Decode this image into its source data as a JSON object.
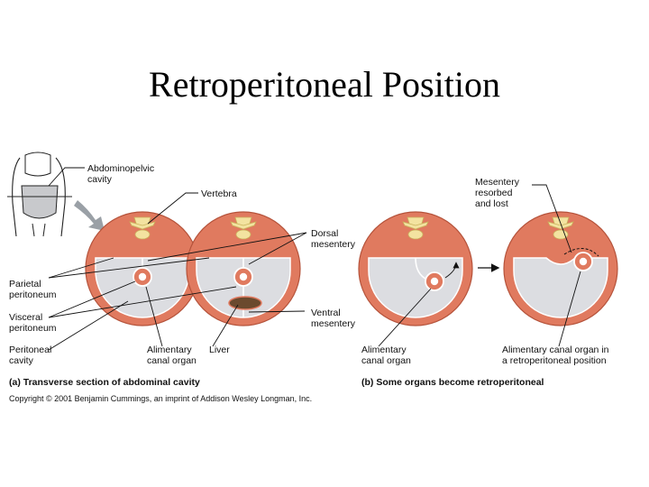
{
  "slide": {
    "title": "Retroperitoneal Position"
  },
  "labels": {
    "abdominopelvic_1": "Abdominopelvic",
    "abdominopelvic_2": "cavity",
    "vertebra": "Vertebra",
    "dorsal_1": "Dorsal",
    "dorsal_2": "mesentery",
    "parietal_1": "Parietal",
    "parietal_2": "peritoneum",
    "visceral_1": "Visceral",
    "visceral_2": "peritoneum",
    "peritoneal_1": "Peritoneal",
    "peritoneal_2": "cavity",
    "alimentary_a_1": "Alimentary",
    "alimentary_a_2": "canal organ",
    "liver": "Liver",
    "ventral_1": "Ventral",
    "ventral_2": "mesentery",
    "mesentery_resorbed_1": "Mesentery",
    "mesentery_resorbed_2": "resorbed",
    "mesentery_resorbed_3": "and lost",
    "alimentary_b_1": "Alimentary",
    "alimentary_b_2": "canal organ",
    "retro_1": "Alimentary canal organ in",
    "retro_2": "a retroperitoneal position"
  },
  "captions": {
    "a": "(a) Transverse section of abdominal cavity",
    "b": "(b) Some organs become retroperitoneal"
  },
  "copyright": "Copyright © 2001 Benjamin Cummings, an imprint of Addison Wesley Longman, Inc.",
  "colors": {
    "wall": "#e07a5f",
    "cavity": "#dcdde1",
    "vertebra": "#f3e3a0",
    "liver": "#6b4a2e",
    "arrow": "#9aa0a6"
  }
}
